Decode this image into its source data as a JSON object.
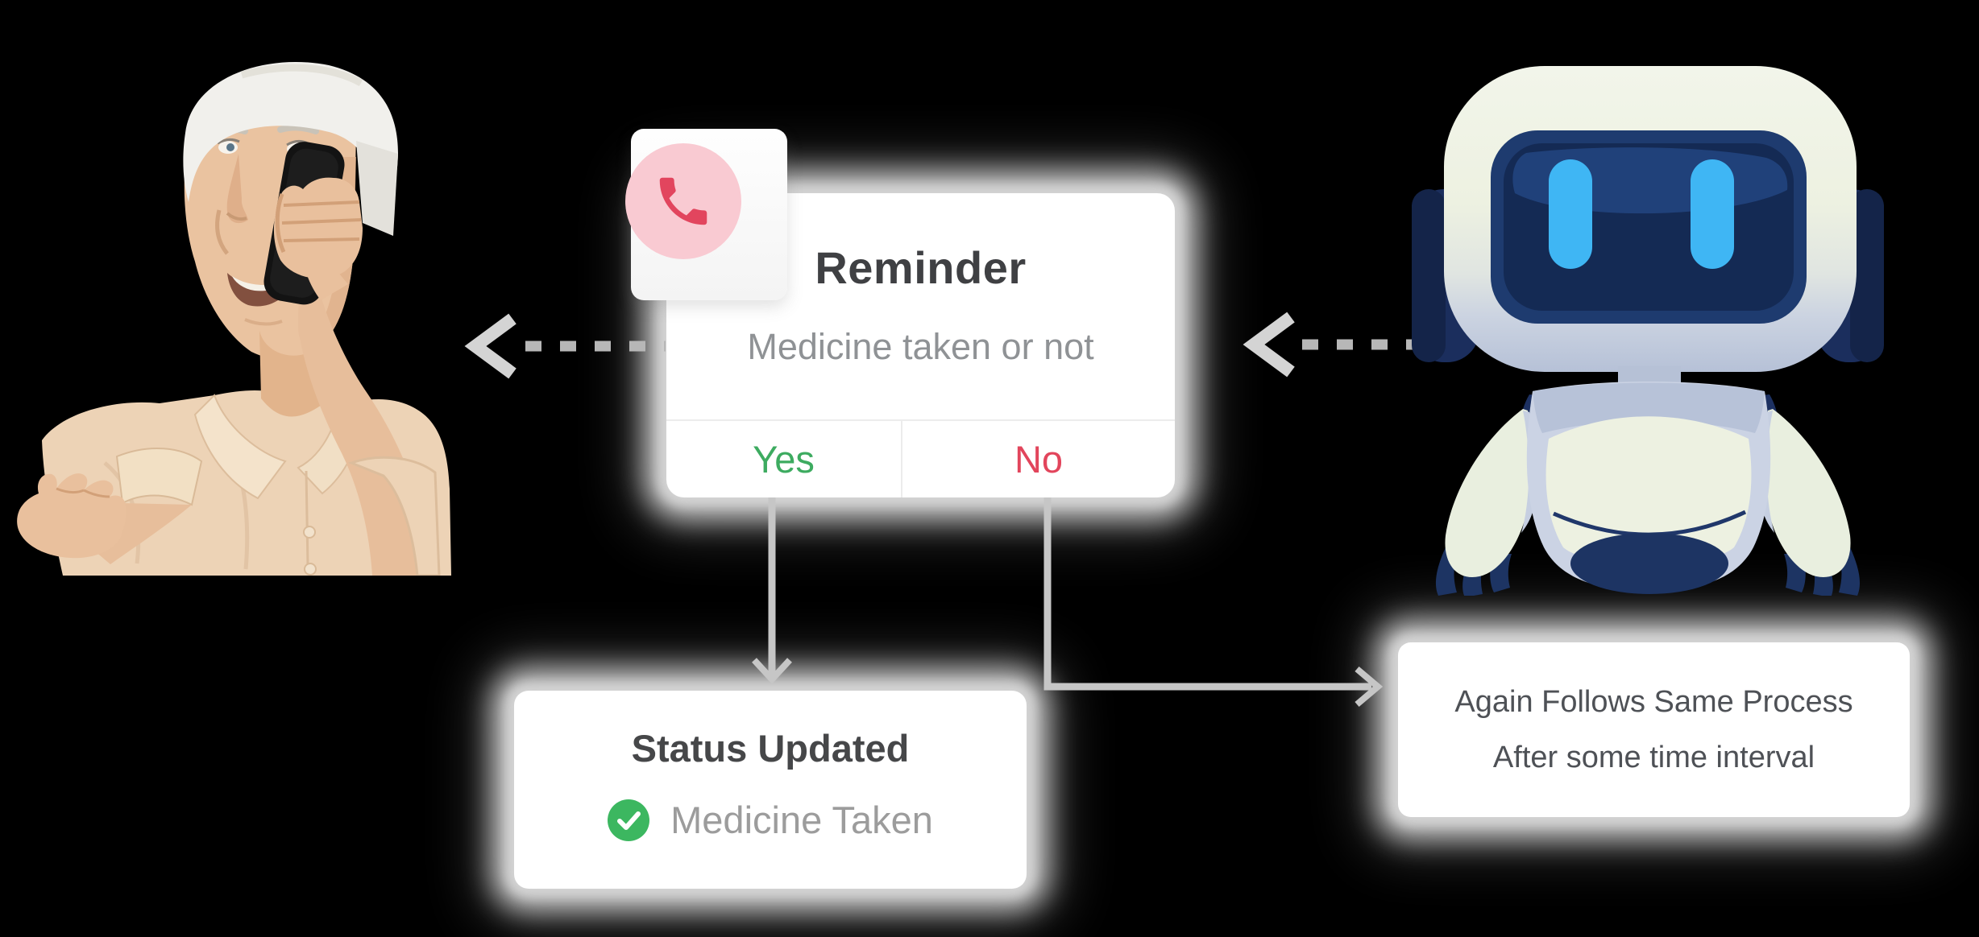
{
  "reminder_card": {
    "title": "Reminder",
    "subtitle": "Medicine taken or not",
    "yes_label": "Yes",
    "no_label": "No"
  },
  "status_card": {
    "title": "Status Updated",
    "status_label": "Medicine Taken"
  },
  "loop_card": {
    "line1": "Again Follows Same Process",
    "line2": "After some time interval"
  },
  "icons": {
    "phone_icon": "phone-handset",
    "check_icon": "check-circle"
  },
  "colors": {
    "background": "#000000",
    "yes_green": "#3DAB60",
    "no_red": "#E2455C",
    "phone_circle_pink": "#F9CAD2",
    "phone_glyph_red": "#E2455E",
    "check_green": "#3CB760",
    "card_white": "#FFFFFF",
    "title_dark": "#3F4043",
    "subtitle_gray": "#8F9295",
    "status_text_gray": "#9C9C9C",
    "loop_text_dark": "#4E5156",
    "connector_gray": "#C6C6C6",
    "dash_gray": "#B7B7B7",
    "chevron_gray": "#D4D4D4"
  }
}
